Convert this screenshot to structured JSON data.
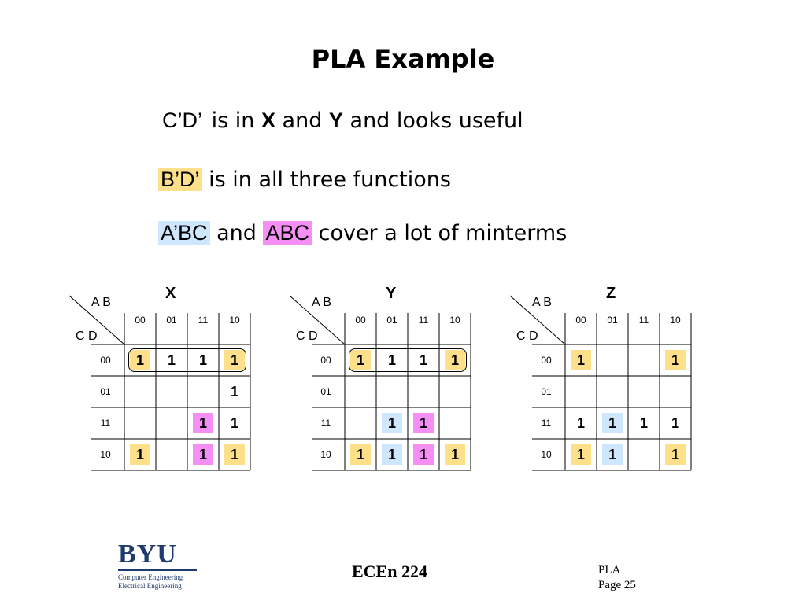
{
  "slide": {
    "title": "PLA Example",
    "line1": {
      "term": "C’D’",
      "t1": " is in ",
      "x": "X",
      "t2": " and ",
      "y": "Y",
      "t3": " and looks useful"
    },
    "line2": {
      "term": "B’D’",
      "rest": " is in all three functions"
    },
    "line3": {
      "term1": "A’BC",
      "mid": " and ",
      "term2": "ABC",
      "rest": " cover a lot of minterms"
    }
  },
  "kmaps": [
    {
      "name": "X",
      "ab_label": "A B",
      "cd_label": "C D",
      "columns": [
        "00",
        "01",
        "11",
        "10"
      ],
      "rows": [
        "00",
        "01",
        "11",
        "10"
      ],
      "cells": [
        [
          "1",
          "1",
          "1",
          "1"
        ],
        [
          "",
          "",
          "",
          "1"
        ],
        [
          "",
          "",
          "1",
          "1"
        ],
        [
          "1",
          "",
          "1",
          "1"
        ]
      ],
      "highlights": [
        [
          "y",
          "",
          "",
          "y"
        ],
        [
          "",
          "",
          "",
          ""
        ],
        [
          "",
          "",
          "p",
          ""
        ],
        [
          "y",
          "",
          "p",
          "y"
        ]
      ],
      "oval_row0": true
    },
    {
      "name": "Y",
      "ab_label": "A B",
      "cd_label": "C D",
      "columns": [
        "00",
        "01",
        "11",
        "10"
      ],
      "rows": [
        "00",
        "01",
        "11",
        "10"
      ],
      "cells": [
        [
          "1",
          "1",
          "1",
          "1"
        ],
        [
          "",
          "",
          "",
          ""
        ],
        [
          "",
          "1",
          "1",
          ""
        ],
        [
          "1",
          "1",
          "1",
          "1"
        ]
      ],
      "highlights": [
        [
          "y",
          "",
          "",
          "y"
        ],
        [
          "",
          "",
          "",
          ""
        ],
        [
          "",
          "b",
          "p",
          ""
        ],
        [
          "y",
          "b",
          "p",
          "y"
        ]
      ],
      "oval_row0": true
    },
    {
      "name": "Z",
      "ab_label": "A B",
      "cd_label": "C D",
      "columns": [
        "00",
        "01",
        "11",
        "10"
      ],
      "rows": [
        "00",
        "01",
        "11",
        "10"
      ],
      "cells": [
        [
          "1",
          "",
          "",
          "1"
        ],
        [
          "",
          "",
          "",
          ""
        ],
        [
          "1",
          "1",
          "1",
          "1"
        ],
        [
          "1",
          "1",
          "",
          "1"
        ]
      ],
      "highlights": [
        [
          "y",
          "",
          "",
          "y"
        ],
        [
          "",
          "",
          "",
          ""
        ],
        [
          "",
          "b",
          "",
          ""
        ],
        [
          "y",
          "b",
          "",
          "y"
        ]
      ],
      "oval_row0": false
    }
  ],
  "colors": {
    "yellow": "#ffe08a",
    "blue": "#cfe6ff",
    "pink": "#f58ef5",
    "logo": "#1f3a6e"
  },
  "footer": {
    "logo_text": "BYU",
    "logo_sub1": "Computer Engineering",
    "logo_sub2": "Electrical Engineering",
    "course": "ECEn 224",
    "topic": "PLA",
    "page": "Page 25"
  }
}
